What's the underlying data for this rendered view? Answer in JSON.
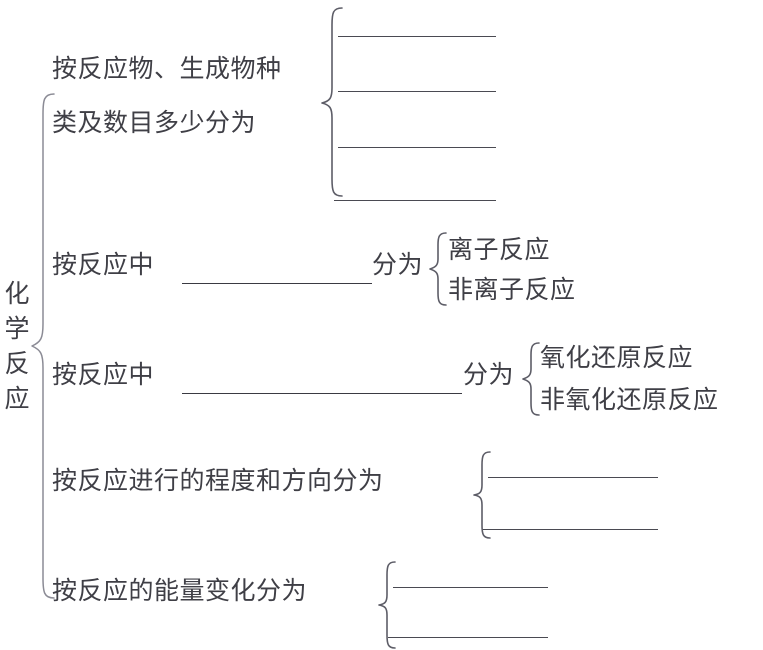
{
  "diagram": {
    "root_label": "化学反应",
    "root_label_chars": [
      "化",
      "学",
      "反",
      "应"
    ],
    "branches": [
      {
        "id": "branch-species-count",
        "label_lines": [
          "按反应物、生成物种",
          "类及数目多少分为"
        ],
        "blank_answer_count": 4,
        "children": [
          "",
          "",
          "",
          ""
        ]
      },
      {
        "id": "branch-ionic",
        "label_prefix": "按反应中",
        "label_blank": "",
        "label_suffix": "分为",
        "children": [
          "离子反应",
          "非离子反应"
        ]
      },
      {
        "id": "branch-redox",
        "label_prefix": "按反应中",
        "label_blank": "",
        "label_suffix": "分为",
        "children": [
          "氧化还原反应",
          "非氧化还原反应"
        ]
      },
      {
        "id": "branch-extent-direction",
        "label": "按反应进行的程度和方向分为",
        "blank_answer_count": 2,
        "children": [
          "",
          ""
        ]
      },
      {
        "id": "branch-energy-change",
        "label": "按反应的能量变化分为",
        "blank_answer_count": 2,
        "children": [
          "",
          ""
        ]
      }
    ]
  },
  "colors": {
    "ink": "#3f3f46",
    "rule": "#4a4a52",
    "brace": "#6a6a74",
    "background": "#ffffff"
  }
}
